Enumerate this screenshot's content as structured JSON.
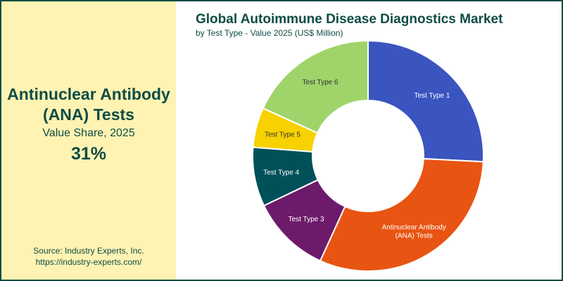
{
  "highlight": {
    "segment_line1": "Antinuclear Antibody",
    "segment_line2": "(ANA) Tests",
    "metric": "Value Share, 2025",
    "share": "31%"
  },
  "source": {
    "line1": "Source: Industry Experts, Inc.",
    "line2": "https://industry-experts.com/"
  },
  "colors": {
    "brand": "#0f4c45",
    "panel_bg": "#fef3b3"
  },
  "chart_data": {
    "type": "pie",
    "title": "Global Autoimmune Disease Diagnostics Market",
    "subtitle": "by Test Type - Value 2025 (US$ Million)",
    "unit": "share",
    "slices": [
      {
        "label": "Test Type 1",
        "value": 0.258,
        "color": "#3a55bf",
        "text_color": "#ffffff"
      },
      {
        "label": "Antinuclear Antibody (ANA) Tests",
        "value": 0.31,
        "color": "#e85412",
        "text_color": "#ffffff"
      },
      {
        "label": "Test Type 3",
        "value": 0.111,
        "color": "#6d1a6b",
        "text_color": "#ffffff"
      },
      {
        "label": "Test Type 4",
        "value": 0.083,
        "color": "#00505a",
        "text_color": "#ffffff"
      },
      {
        "label": "Test Type 5",
        "value": 0.056,
        "color": "#f7d100",
        "text_color": "#333333"
      },
      {
        "label": "Test Type 6",
        "value": 0.182,
        "color": "#9fd46a",
        "text_color": "#333333"
      }
    ]
  }
}
